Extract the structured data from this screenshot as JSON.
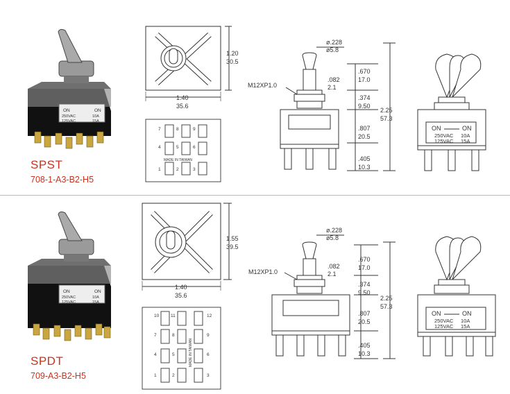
{
  "rows": [
    {
      "type": "SPST",
      "part": "708-1-A3-B2-H5",
      "height_in": "1.20",
      "height_mm": "30.5",
      "width_in": "1.40",
      "width_mm": "35.6",
      "bottom_numbers": [
        "7",
        "8",
        "9",
        "4",
        "5",
        "6",
        "1",
        "2",
        "3"
      ],
      "made_in": "MADE IN TAIWAN",
      "dia_in": "ø.228",
      "dia_mm": "ø5.8",
      "thread": "M12XP1.0",
      "d1_in": ".670",
      "d1_mm": "17.0",
      "d2_in": ".082",
      "d2_mm": "2.1",
      "d3_in": ".374",
      "d3_mm": "9.50",
      "d4_in": ".807",
      "d4_mm": "20.5",
      "d5_in": ".405",
      "d5_mm": "10.3",
      "total_in": "2.25",
      "total_mm": "57.3",
      "plate_on_left": "ON",
      "plate_on_right": "ON",
      "plate_v1": "250VAC",
      "plate_a1": "10A",
      "plate_v2": "125VAC",
      "plate_a2": "15A"
    },
    {
      "type": "SPDT",
      "part": "709-A3-B2-H5",
      "height_in": "1.55",
      "height_mm": "39.5",
      "width_in": "1.40",
      "width_mm": "35.6",
      "bottom_numbers": [
        "10",
        "11",
        "12",
        "7",
        "8",
        "9",
        "4",
        "5",
        "6",
        "1",
        "2",
        "3"
      ],
      "made_in": "MADE IN TAIWAN",
      "dia_in": "ø.228",
      "dia_mm": "ø5.8",
      "thread": "M12XP1.0",
      "d1_in": ".670",
      "d1_mm": "17.0",
      "d2_in": ".082",
      "d2_mm": "2.1",
      "d3_in": ".374",
      "d3_mm": "9.50",
      "d4_in": ".807",
      "d4_mm": "20.5",
      "d5_in": ".405",
      "d5_mm": "10.3",
      "total_in": "2.25",
      "total_mm": "57.3",
      "plate_on_left": "ON",
      "plate_on_right": "ON",
      "plate_v1": "250VAC",
      "plate_a1": "10A",
      "plate_v2": "125VAC",
      "plate_a2": "15A"
    }
  ]
}
